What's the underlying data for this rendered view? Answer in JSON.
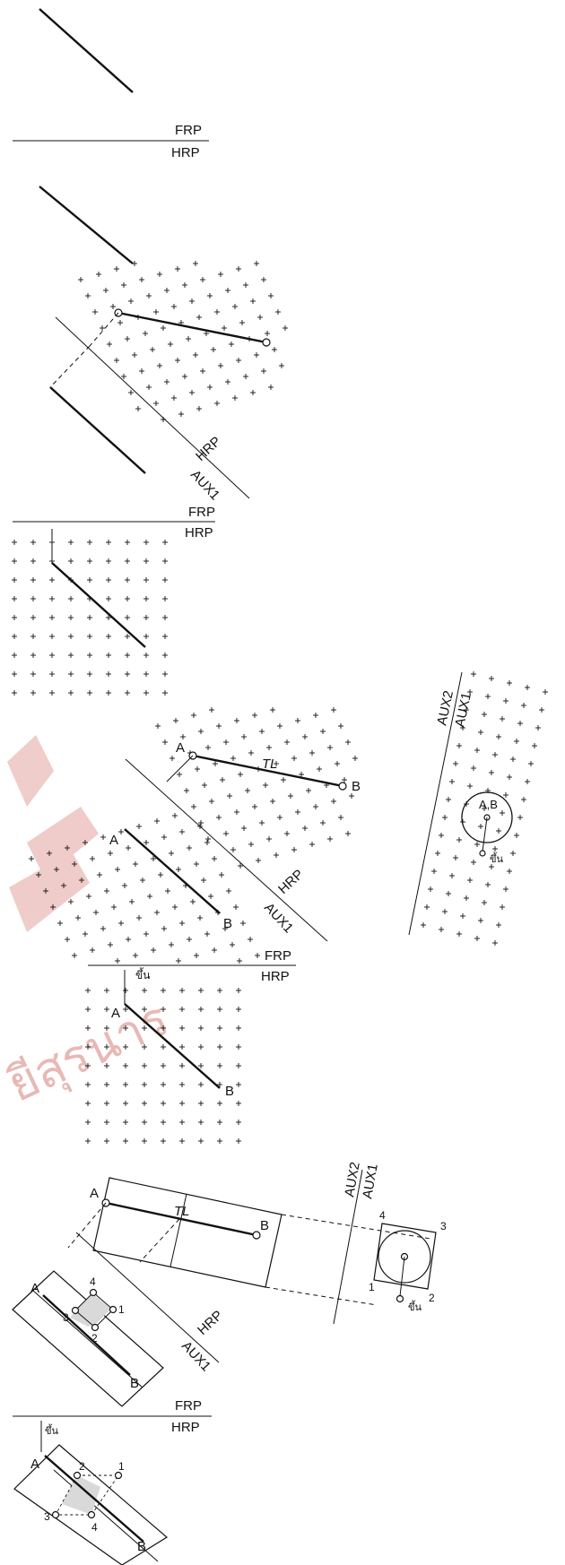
{
  "labels": {
    "frp": "FRP",
    "hrp": "HRP",
    "aux1": "AUX1",
    "aux2": "AUX2",
    "point_a": "A",
    "point_b": "B",
    "point_ab": "A,B",
    "tl": "TL",
    "up": "ขึ้น",
    "n1": "1",
    "n2": "2",
    "n3": "3",
    "n4": "4"
  },
  "watermark": "ยีสุรนาร"
}
